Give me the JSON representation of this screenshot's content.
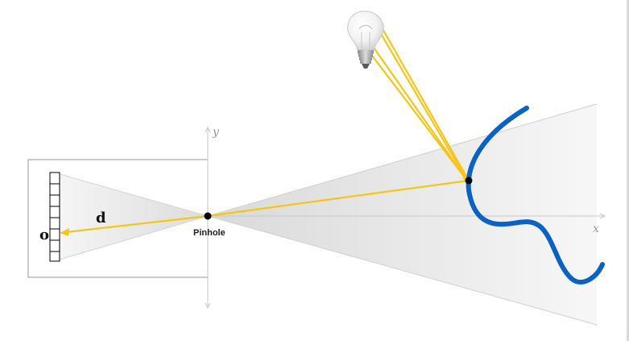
{
  "labels": {
    "y_axis": "y",
    "x_axis": "x",
    "pinhole": "Pinhole",
    "distance": "d",
    "origin": "o"
  },
  "colors": {
    "ray": "#f5c518",
    "surface": "#0a62c4",
    "axis": "#c8c8c8",
    "frustum": "#e4e4e4",
    "camera_box": "#9a9a9a",
    "point": "#000000"
  },
  "icons": {
    "light": "light-bulb-icon"
  }
}
